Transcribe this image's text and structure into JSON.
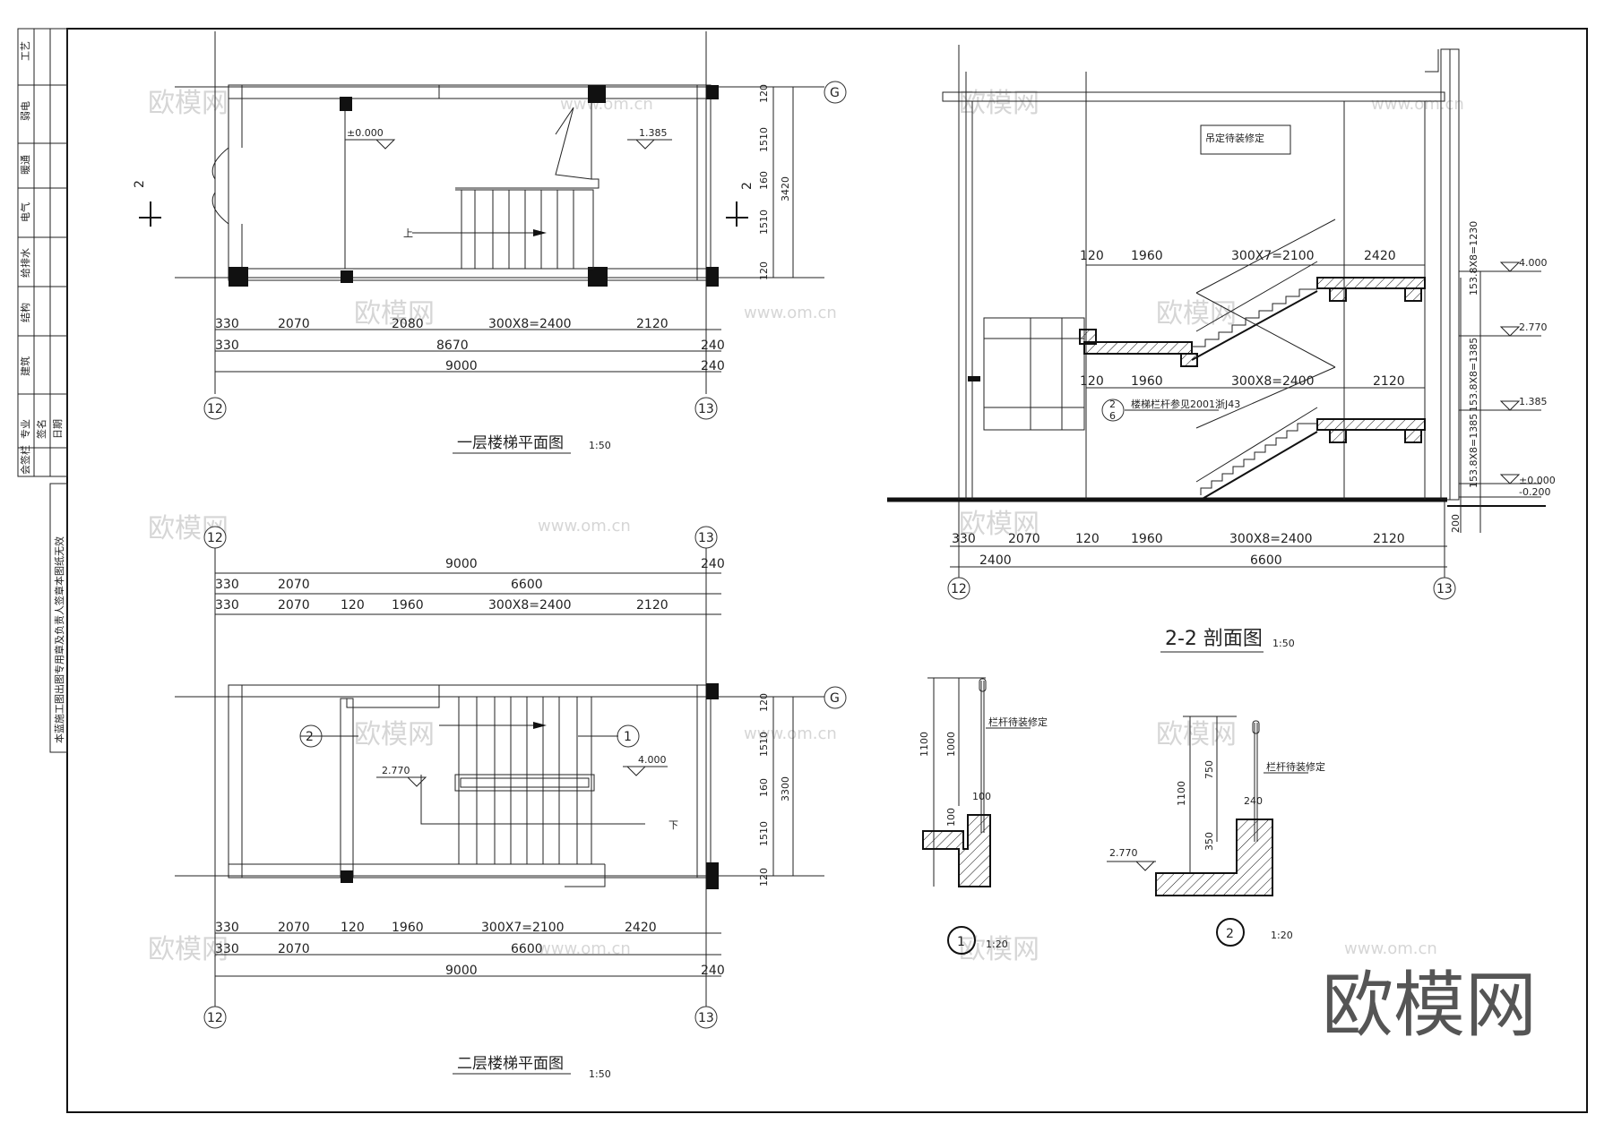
{
  "sidebar": {
    "disciplines": [
      "工艺",
      "弱电",
      "暖通",
      "电气",
      "给排水",
      "结构",
      "建筑"
    ],
    "sign_labels": [
      "专业",
      "签名",
      "日期"
    ],
    "sign_col": "会签栏",
    "notice": "本蓝施工图出图专用章及负责人签章本图纸无效"
  },
  "plan1": {
    "title": "一层楼梯平面图",
    "scale": "1:50",
    "elev_a": "±0.000",
    "elev_b": "1.385",
    "up_label": "上",
    "section_mark": "2",
    "grid_left": "12",
    "grid_right": "13",
    "grid_g": "G",
    "dims_row1": [
      "330",
      "2070",
      "2080",
      "300X8=2400",
      "2120"
    ],
    "dims_row2": [
      "330",
      "8670",
      "240"
    ],
    "dims_row3": [
      "9000",
      "240"
    ],
    "dims_right": [
      "120",
      "1510",
      "160",
      "1510",
      "120"
    ],
    "dim_total_right": "3420"
  },
  "plan2": {
    "title": "二层楼梯平面图",
    "scale": "1:50",
    "elev_a": "2.770",
    "elev_b": "4.000",
    "down_label": "下",
    "detail_left": "2",
    "detail_right": "1",
    "grid_left": "12",
    "grid_right": "13",
    "grid_g": "G",
    "dims_top1": [
      "9000",
      "240"
    ],
    "dims_top2": [
      "330",
      "2070",
      "6600"
    ],
    "dims_top3": [
      "330",
      "2070",
      "120",
      "1960",
      "300X8=2400",
      "2120"
    ],
    "dims_bot1": [
      "330",
      "2070",
      "120",
      "1960",
      "300X7=2100",
      "2420"
    ],
    "dims_bot2": [
      "330",
      "2070",
      "6600"
    ],
    "dims_bot3": [
      "9000",
      "240"
    ],
    "dims_right": [
      "120",
      "1510",
      "160",
      "1510",
      "120"
    ],
    "dim_total_right": "3300"
  },
  "section": {
    "title": "2-2 剖面图",
    "scale": "1:50",
    "note_ceiling": "吊定待装修定",
    "note_rail": "楼梯栏杆参见2001浙J43",
    "detail_mark": "2",
    "detail_ref": "6",
    "dims_upper": [
      "120",
      "1960",
      "300X7=2100",
      "2420"
    ],
    "dims_middle": [
      "120",
      "1960",
      "300X8=2400",
      "2120"
    ],
    "dims_bottom1": [
      "330",
      "2070",
      "120",
      "1960",
      "300X8=2400",
      "2120"
    ],
    "dims_bottom2": [
      "2400",
      "6600"
    ],
    "elevations": [
      "4.000",
      "2.770",
      "1.385",
      "±0.000",
      "-0.200"
    ],
    "dims_vertical": [
      "153.8X8=1230",
      "153.8X8=1385",
      "153.8X8=1385",
      "200"
    ],
    "grid_left": "12",
    "grid_right": "13"
  },
  "detail1": {
    "number": "1",
    "scale": "1:20",
    "note": "栏杆待装修定",
    "dims": [
      "1100",
      "1000",
      "100",
      "100"
    ]
  },
  "detail2": {
    "number": "2",
    "scale": "1:20",
    "note": "栏杆待装修定",
    "dims": [
      "1100",
      "750",
      "350",
      "240"
    ],
    "elev": "2.770"
  },
  "watermarks": {
    "brand_cn": "欧模网",
    "brand_url": "www.om.cn"
  }
}
